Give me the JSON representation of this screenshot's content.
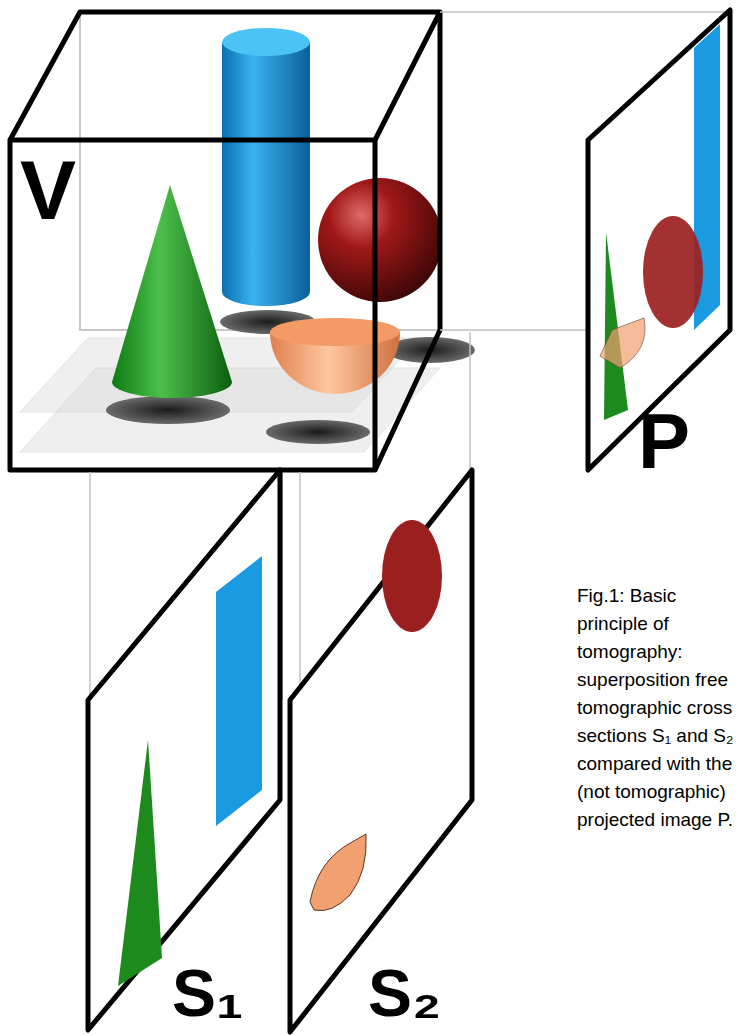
{
  "diagram": {
    "caption": "Fig.1: Basic principle of tomography: superposition free tomographic cross sections S₁ and S₂ compared with the (not tomographic) projected image P.",
    "labels": [
      "V",
      "P",
      "S₁",
      "S₂"
    ]
  }
}
